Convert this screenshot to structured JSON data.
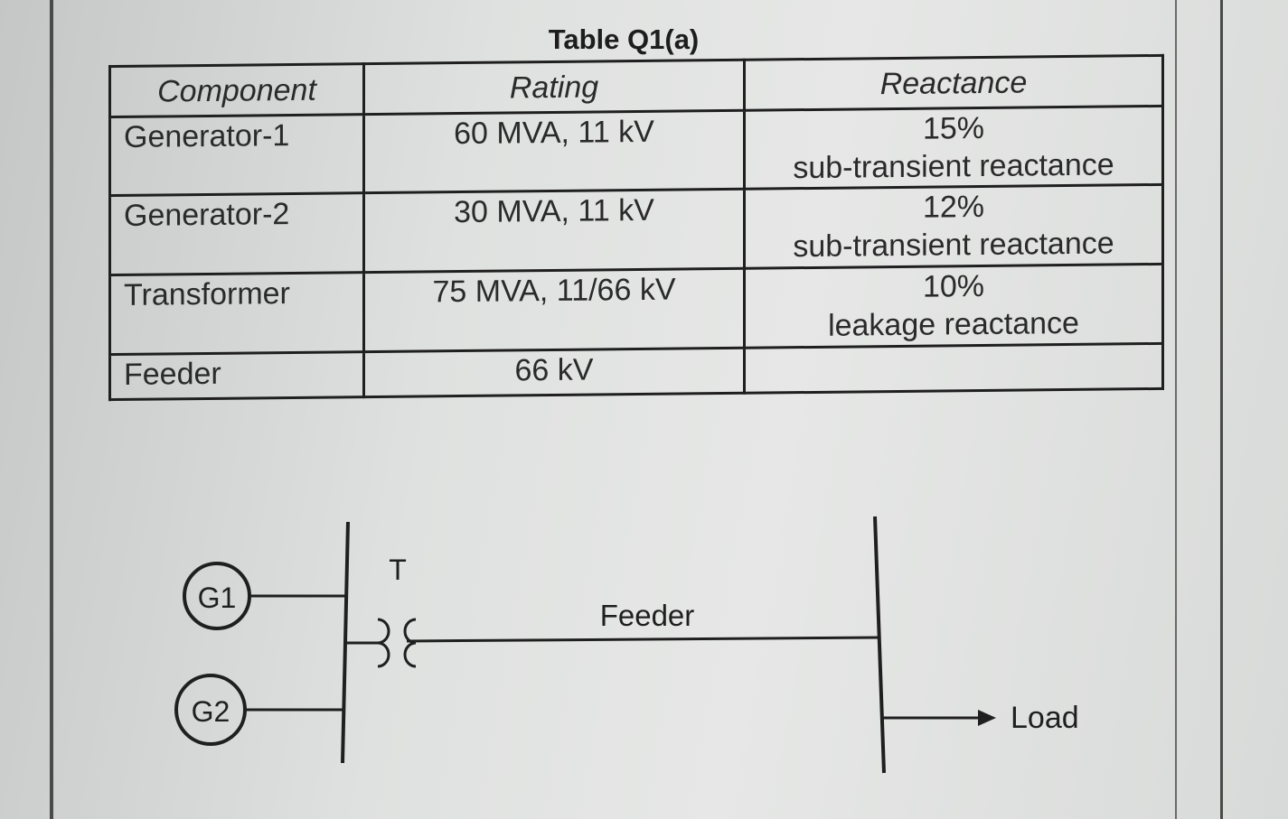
{
  "table": {
    "title": "Table Q1(a)",
    "headers": [
      "Component",
      "Rating",
      "Reactance"
    ],
    "rows": [
      {
        "component": "Generator-1",
        "rating": "60 MVA, 11 kV",
        "reactance_value": "15%",
        "reactance_type": "sub-transient reactance"
      },
      {
        "component": "Generator-2",
        "rating": "30 MVA, 11 kV",
        "reactance_value": "12%",
        "reactance_type": "sub-transient reactance"
      },
      {
        "component": "Transformer",
        "rating": "75 MVA, 11/66 kV",
        "reactance_value": "10%",
        "reactance_type": "leakage reactance"
      },
      {
        "component": "Feeder",
        "rating": "66 kV",
        "reactance_value": "",
        "reactance_type": ""
      }
    ]
  },
  "diagram": {
    "g1_label": "G1",
    "g2_label": "G2",
    "transformer_label": "T",
    "feeder_label": "Feeder",
    "load_label": "Load"
  }
}
